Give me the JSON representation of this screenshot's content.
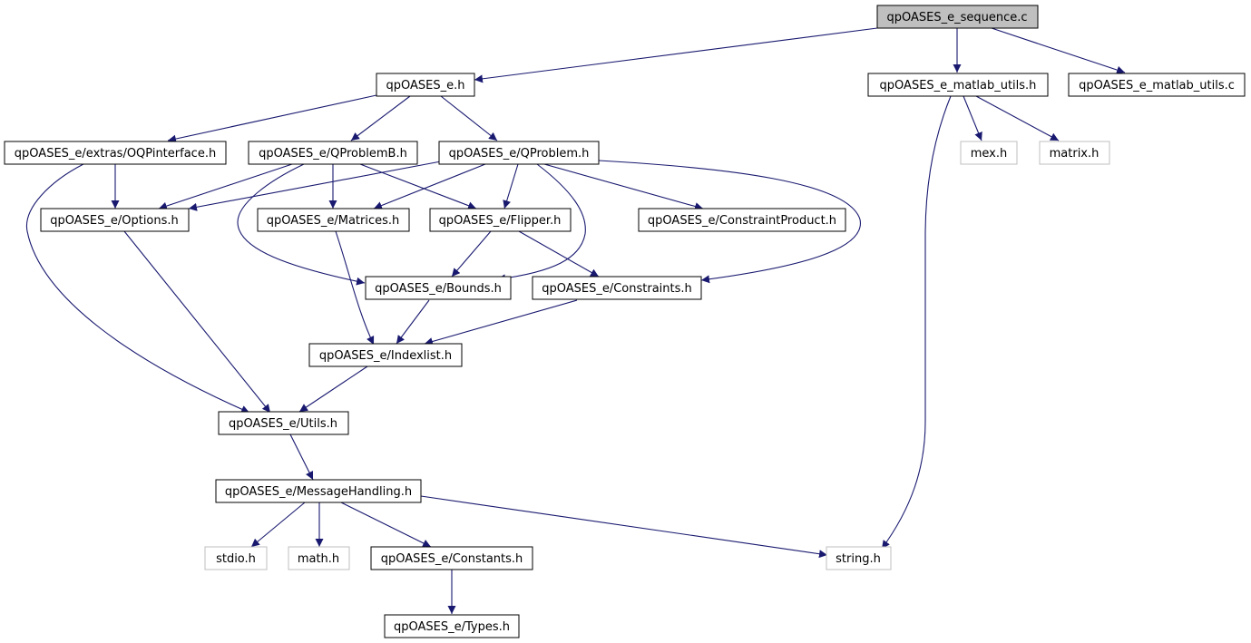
{
  "colors": {
    "edge": "#191970",
    "root_fill": "#bfbfbf",
    "node_border": "#000000",
    "system_border": "#bfbfbf",
    "background": "#ffffff"
  },
  "nodes": {
    "seq": {
      "label": "qpOASES_e_sequence.c",
      "kind": "root"
    },
    "qpoh": {
      "label": "qpOASES_e.h",
      "kind": "file"
    },
    "mlh": {
      "label": "qpOASES_e_matlab_utils.h",
      "kind": "file"
    },
    "mlc": {
      "label": "qpOASES_e_matlab_utils.c",
      "kind": "file"
    },
    "oqp": {
      "label": "qpOASES_e/extras/OQPinterface.h",
      "kind": "file"
    },
    "qpb": {
      "label": "qpOASES_e/QProblemB.h",
      "kind": "file"
    },
    "qp": {
      "label": "qpOASES_e/QProblem.h",
      "kind": "file"
    },
    "mex": {
      "label": "mex.h",
      "kind": "system"
    },
    "matrix": {
      "label": "matrix.h",
      "kind": "system"
    },
    "opt": {
      "label": "qpOASES_e/Options.h",
      "kind": "file"
    },
    "mat": {
      "label": "qpOASES_e/Matrices.h",
      "kind": "file"
    },
    "flip": {
      "label": "qpOASES_e/Flipper.h",
      "kind": "file"
    },
    "cp": {
      "label": "qpOASES_e/ConstraintProduct.h",
      "kind": "file"
    },
    "bnd": {
      "label": "qpOASES_e/Bounds.h",
      "kind": "file"
    },
    "con": {
      "label": "qpOASES_e/Constraints.h",
      "kind": "file"
    },
    "idx": {
      "label": "qpOASES_e/Indexlist.h",
      "kind": "file"
    },
    "utl": {
      "label": "qpOASES_e/Utils.h",
      "kind": "file"
    },
    "msg": {
      "label": "qpOASES_e/MessageHandling.h",
      "kind": "file"
    },
    "stdio": {
      "label": "stdio.h",
      "kind": "system"
    },
    "math": {
      "label": "math.h",
      "kind": "system"
    },
    "cst": {
      "label": "qpOASES_e/Constants.h",
      "kind": "file"
    },
    "str": {
      "label": "string.h",
      "kind": "system"
    },
    "typ": {
      "label": "qpOASES_e/Types.h",
      "kind": "file"
    }
  },
  "edges": [
    [
      "seq",
      "qpoh"
    ],
    [
      "seq",
      "mlh"
    ],
    [
      "seq",
      "mlc"
    ],
    [
      "qpoh",
      "oqp"
    ],
    [
      "qpoh",
      "qpb"
    ],
    [
      "qpoh",
      "qp"
    ],
    [
      "mlh",
      "mex"
    ],
    [
      "mlh",
      "matrix"
    ],
    [
      "mlh",
      "str"
    ],
    [
      "oqp",
      "opt"
    ],
    [
      "oqp",
      "utl"
    ],
    [
      "qpb",
      "opt"
    ],
    [
      "qpb",
      "mat"
    ],
    [
      "qpb",
      "flip"
    ],
    [
      "qpb",
      "bnd"
    ],
    [
      "qp",
      "opt"
    ],
    [
      "qp",
      "mat"
    ],
    [
      "qp",
      "flip"
    ],
    [
      "qp",
      "cp"
    ],
    [
      "qp",
      "bnd"
    ],
    [
      "qp",
      "con"
    ],
    [
      "opt",
      "utl"
    ],
    [
      "mat",
      "idx"
    ],
    [
      "flip",
      "bnd"
    ],
    [
      "flip",
      "con"
    ],
    [
      "bnd",
      "idx"
    ],
    [
      "con",
      "idx"
    ],
    [
      "idx",
      "utl"
    ],
    [
      "utl",
      "msg"
    ],
    [
      "msg",
      "stdio"
    ],
    [
      "msg",
      "math"
    ],
    [
      "msg",
      "cst"
    ],
    [
      "msg",
      "str"
    ],
    [
      "cst",
      "typ"
    ]
  ]
}
